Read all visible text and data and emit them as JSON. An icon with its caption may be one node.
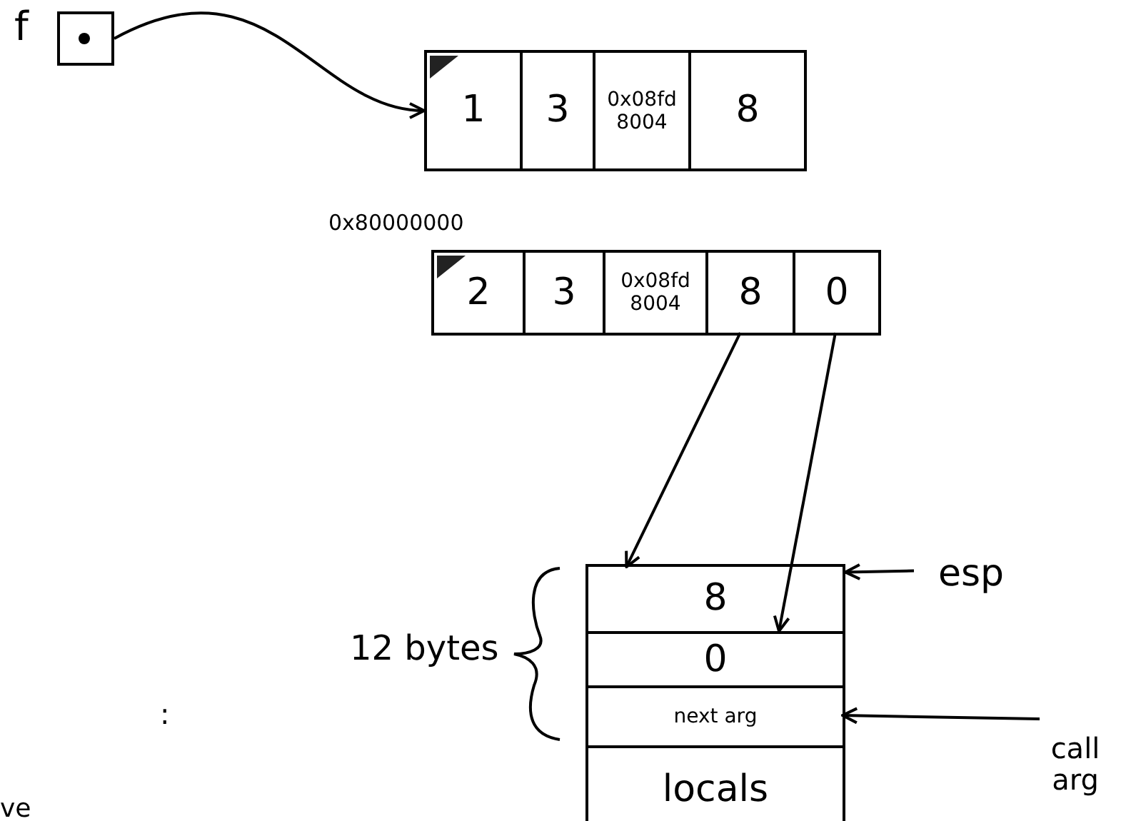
{
  "diagram": {
    "nodes": [
      {
        "text": [],
        "shape": "box",
        "beside": [
          "f"
        ]
      },
      {
        "text": [],
        "shape": "box"
      },
      {
        "text": [
          "1"
        ],
        "in": 1
      },
      {
        "text": [
          "3"
        ],
        "in": 1
      },
      {
        "text": [
          "0x08fd 8004"
        ],
        "in": 1
      },
      {
        "text": [
          "8"
        ],
        "in": 1
      },
      {
        "text": [],
        "shape": "box",
        "beside": [
          "0x80000000"
        ]
      },
      {
        "text": [
          "2"
        ],
        "in": 6
      },
      {
        "text": [
          "3"
        ],
        "in": 6
      },
      {
        "text": [
          "0x08fd 8004"
        ],
        "in": 6
      },
      {
        "text": [
          "8"
        ],
        "in": 6
      },
      {
        "text": [
          "0"
        ],
        "in": 6
      },
      {
        "text": [],
        "shape": "box"
      },
      {
        "text": [
          "8"
        ],
        "in": 12
      },
      {
        "text": [
          "0"
        ],
        "in": 12
      },
      {
        "text": [
          "next arg"
        ],
        "in": 12
      },
      {
        "text": [
          "locals"
        ],
        "in": 12
      },
      {
        "text": [
          "esp"
        ]
      },
      {
        "text": [
          "call arg"
        ]
      }
    ],
    "edges": [
      {
        "from": 0,
        "to": 1,
        "arrow": "to"
      },
      {
        "from": 10,
        "to": 13,
        "arrow": "to"
      },
      {
        "from": 11,
        "to": 14,
        "arrow": "to"
      },
      {
        "from": 17,
        "to": 12,
        "arrow": "to"
      },
      {
        "from": 18,
        "to": 15,
        "arrow": "to"
      }
    ],
    "labels": [
      "12 bytes",
      ":",
      "ve"
    ]
  }
}
